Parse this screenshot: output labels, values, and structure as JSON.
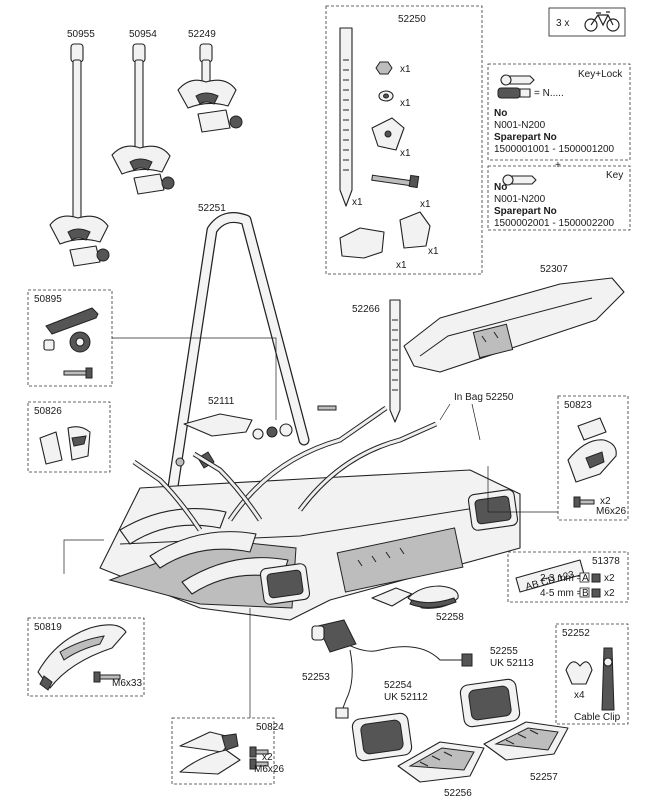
{
  "labels": {
    "p50955": "50955",
    "p50954": "50954",
    "p52249": "52249",
    "p52250": "52250",
    "p52251": "52251",
    "p52307": "52307",
    "p50895": "50895",
    "p52266": "52266",
    "in_bag": "In Bag 52250",
    "p50826": "50826",
    "p52111": "52111",
    "p50823": "50823",
    "p51378": "51378",
    "p52258": "52258",
    "p50819": "50819",
    "p52255": "52255",
    "uk52113": "UK 52113",
    "p52252": "52252",
    "p52253": "52253",
    "p52254": "52254",
    "uk52112": "UK 52112",
    "p50824": "50824",
    "p52256": "52256",
    "p52257": "52257",
    "cable_clip": "Cable Clip"
  },
  "bike_count": "3 x",
  "qty": {
    "x1": "x1",
    "x2": "x2",
    "x4": "x4"
  },
  "screws": {
    "m6x26": "M6x26",
    "m6x33": "M6x33"
  },
  "key_lock": {
    "title": "Key+Lock",
    "key_code": "= N.....",
    "no_label": "No",
    "no_range": "N001-N200",
    "spare_label": "Sparepart No",
    "spare_range": "1500001001 - 1500001200",
    "plus": "+"
  },
  "key": {
    "title": "Key",
    "no_label": "No",
    "no_range": "N001-N200",
    "spare_label": "Sparepart No",
    "spare_range": "1500002001 - 1500002200"
  },
  "plate": {
    "text": "AB CD 123",
    "size_small": "2-3 mm =",
    "size_large": "4-5 mm =",
    "letter_a": "A",
    "letter_b": "B"
  }
}
